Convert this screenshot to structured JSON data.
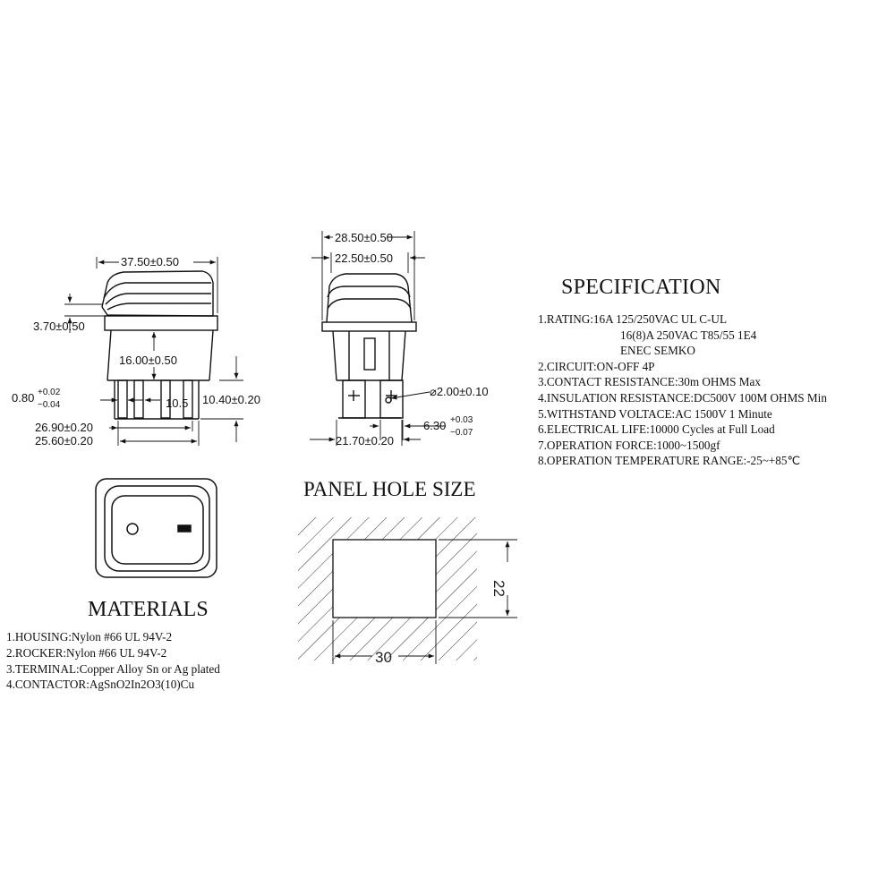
{
  "dimensions": {
    "width_overall": "37.50±0.50",
    "rocker_height": "3.70±0.50",
    "body_height": "16.00±0.50",
    "terminal_thickness_base": "0.80",
    "terminal_thickness_plus": "+0.02",
    "terminal_thickness_minus": "−0.04",
    "terminal_pitch": "10.5",
    "terminal_length": "10.40±0.20",
    "base_width_outer": "26.90±0.20",
    "base_width_inner": "25.60±0.20",
    "depth_overall": "28.50±0.50",
    "depth_body": "22.50±0.50",
    "hole_diameter": "⌀2.00±0.10",
    "terminal_width_base": "6.30",
    "terminal_width_plus": "+0.03",
    "terminal_width_minus": "−0.07",
    "base_depth": "21.70±0.20"
  },
  "panel_hole": {
    "title": "PANEL HOLE SIZE",
    "height": "22",
    "width": "30"
  },
  "specification": {
    "title": "SPECIFICATION",
    "items": [
      "1.RATING:16A 125/250VAC    UL  C-UL",
      "16(8)A  250VAC  T85/55  1E4",
      "ENEC  SEMKO",
      "2.CIRCUIT:ON-OFF 4P",
      "3.CONTACT RESISTANCE:30m OHMS Max",
      "4.INSULATION RESISTANCE:DC500V 100M OHMS Min",
      "5.WITHSTAND VOLTACE:AC   1500V  1  Minute",
      "6.ELECTRICAL LIFE:10000 Cycles  at  Full Load",
      "7.OPERATION FORCE:1000~1500gf",
      "8.OPERATION TEMPERATURE RANGE:-25~+85℃"
    ]
  },
  "materials": {
    "title": "MATERIALS",
    "items": [
      "1.HOUSING:Nylon #66 UL 94V-2",
      "2.ROCKER:Nylon #66 UL 94V-2",
      "3.TERMINAL:Copper Alloy Sn or Ag plated",
      "4.CONTACTOR:AgSnO2In2O3(10)Cu"
    ]
  }
}
